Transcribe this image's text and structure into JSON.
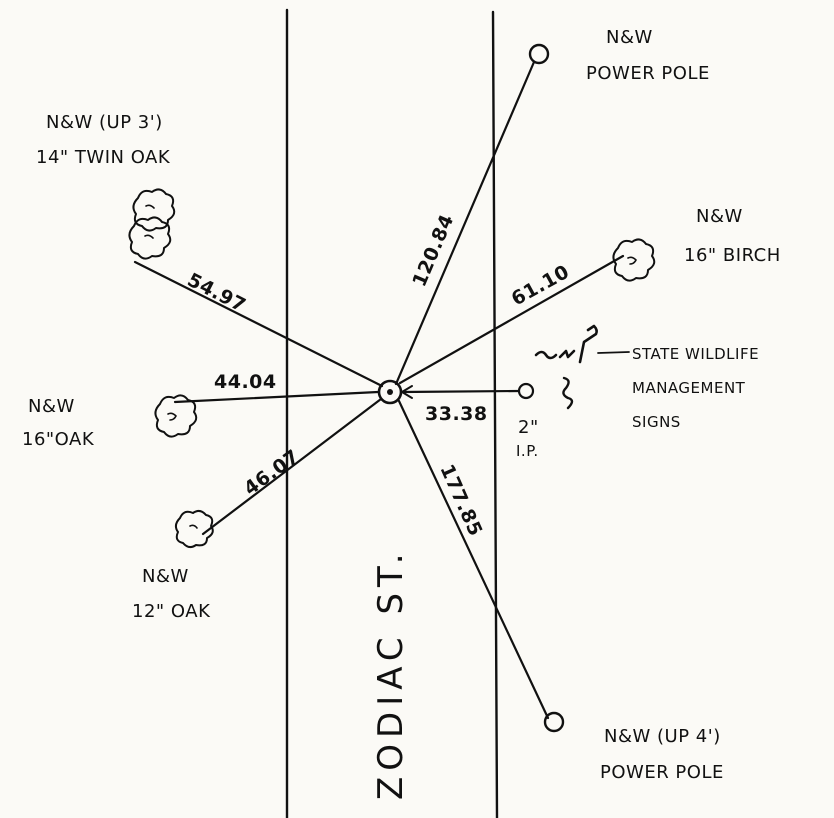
{
  "street": {
    "name": "ZODIAC ST."
  },
  "references": {
    "power_pole_north": {
      "line1": "N&W",
      "line2": "POWER POLE",
      "distance": "120.84"
    },
    "twin_oak": {
      "line1": "N&W (UP 3')",
      "line2": "14\" TWIN OAK",
      "distance": "54.97"
    },
    "birch": {
      "line1": "N&W",
      "line2": "16\" BIRCH",
      "distance": "61.10"
    },
    "oak_16": {
      "line1": "N&W",
      "line2": "16\"OAK",
      "distance": "44.04"
    },
    "oak_12": {
      "line1": "N&W",
      "line2": "12\" OAK",
      "distance": "46.07"
    },
    "iron_pipe": {
      "line1": "2\"",
      "line2": "I.P.",
      "distance": "33.38"
    },
    "power_pole_south": {
      "line1": "N&W (UP 4')",
      "line2": "POWER POLE",
      "distance": "177.85"
    },
    "signs": {
      "line1": "STATE WILDLIFE",
      "line2": "MANAGEMENT",
      "line3": "SIGNS"
    }
  }
}
